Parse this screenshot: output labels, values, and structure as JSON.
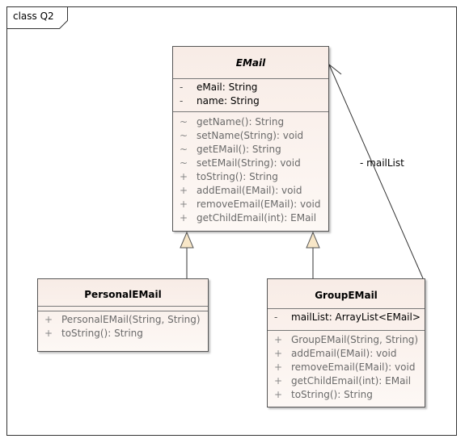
{
  "diagram": {
    "frame_label": "class Q2",
    "classes": {
      "email": {
        "name": "EMail",
        "attributes": [
          {
            "vis": "-",
            "text": "eMail: String"
          },
          {
            "vis": "-",
            "text": "name: String"
          }
        ],
        "operations": [
          {
            "vis": "~",
            "text": "getName(): String"
          },
          {
            "vis": "~",
            "text": "setName(String): void"
          },
          {
            "vis": "~",
            "text": "getEMail(): String"
          },
          {
            "vis": "~",
            "text": "setEMail(String): void"
          },
          {
            "vis": "+",
            "text": "toString(): String"
          },
          {
            "vis": "+",
            "text": "addEmail(EMail): void"
          },
          {
            "vis": "+",
            "text": "removeEmail(EMail): void"
          },
          {
            "vis": "+",
            "text": "getChildEmail(int): EMail"
          }
        ]
      },
      "personal": {
        "name": "PersonalEMail",
        "operations": [
          {
            "vis": "+",
            "text": "PersonalEMail(String, String)"
          },
          {
            "vis": "+",
            "text": "toString(): String"
          }
        ]
      },
      "group": {
        "name": "GroupEMail",
        "attributes": [
          {
            "vis": "-",
            "text": "mailList: ArrayList<EMail>"
          }
        ],
        "operations": [
          {
            "vis": "+",
            "text": "GroupEMail(String, String)"
          },
          {
            "vis": "+",
            "text": "addEmail(EMail): void"
          },
          {
            "vis": "+",
            "text": "removeEmail(EMail): void"
          },
          {
            "vis": "+",
            "text": "getChildEmail(int): EMail"
          },
          {
            "vis": "+",
            "text": "toString(): String"
          }
        ]
      }
    },
    "association_label": "- mailList"
  }
}
